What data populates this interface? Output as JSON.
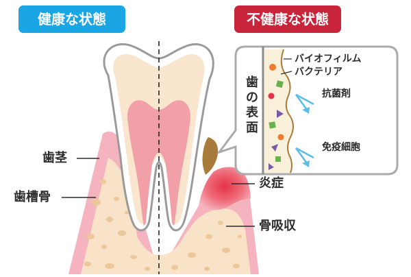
{
  "header": {
    "healthy_label": "健康な状態",
    "unhealthy_label": "不健康な状態"
  },
  "labels": {
    "gum": "歯茎",
    "alveolar_bone": "歯槽骨",
    "inflammation": "炎症",
    "bone_resorption": "骨吸収"
  },
  "inset": {
    "surface_label": "歯の表面",
    "biofilm": "バイオフィルム",
    "bacteria": "バクテリア",
    "antibacterial": "抗菌剤",
    "immune_cells": "免疫細胞"
  },
  "colors": {
    "healthy_badge": "#1aa6e4",
    "unhealthy_badge": "#c8243a",
    "gum_pink": "#f4b3be",
    "gum_light": "#fbd9de",
    "bone_cream": "#f8e3c8",
    "bone_spot": "#ecc79a",
    "enamel_outline": "#9a9a9a",
    "tooth_inner": "#fae6cf",
    "pulp_pink": "#f2a0a8",
    "tartar_brown": "#a87b3a",
    "inflammation_red": "#e5334a",
    "arrow_blue": "#5dbde8"
  }
}
